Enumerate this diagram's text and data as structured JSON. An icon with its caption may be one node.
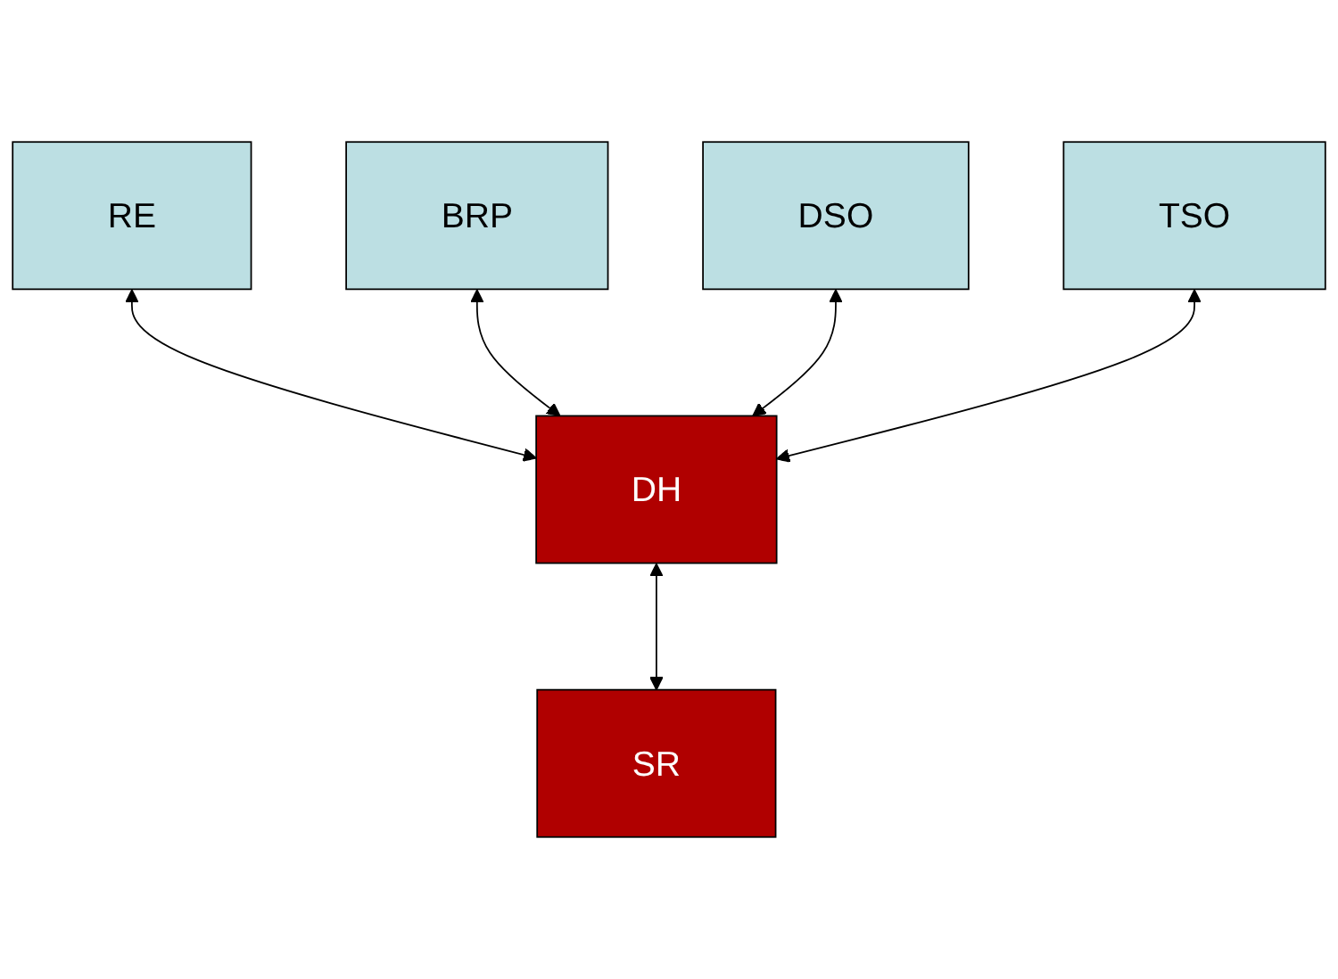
{
  "diagram": {
    "nodes": [
      {
        "text": [
          "RE"
        ]
      },
      {
        "text": [
          "BRP"
        ]
      },
      {
        "text": [
          "DH"
        ]
      },
      {
        "text": [
          "SR"
        ]
      },
      {
        "text": [
          "DSO"
        ]
      },
      {
        "text": [
          "TSO"
        ]
      }
    ],
    "edges": [
      {
        "from": 0,
        "to": 2,
        "arrow": "both"
      },
      {
        "from": 1,
        "to": 2,
        "arrow": "both"
      },
      {
        "from": 2,
        "to": 3,
        "arrow": "both"
      },
      {
        "from": 4,
        "to": 2,
        "arrow": "both"
      },
      {
        "from": 5,
        "to": 2,
        "arrow": "both"
      }
    ]
  }
}
